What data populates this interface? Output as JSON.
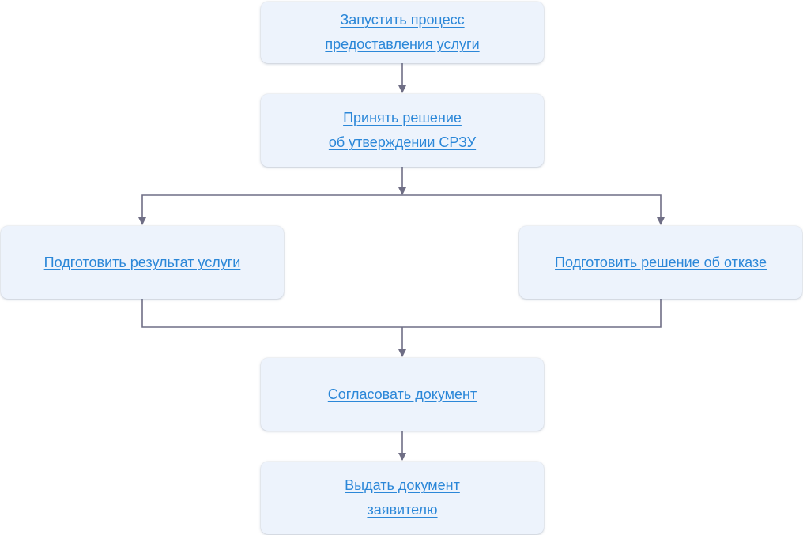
{
  "diagram": {
    "nodes": [
      {
        "id": "start",
        "lines": [
          "Запустить процесс",
          "предоставления услуги"
        ]
      },
      {
        "id": "decision",
        "lines": [
          "Принять решение",
          "об утверждении СРЗУ"
        ]
      },
      {
        "id": "prepare_result",
        "lines": [
          "Подготовить результат услуги"
        ]
      },
      {
        "id": "prepare_refusal",
        "lines": [
          "Подготовить решение об отказе"
        ]
      },
      {
        "id": "approve_document",
        "lines": [
          "Согласовать документ"
        ]
      },
      {
        "id": "issue_document",
        "lines": [
          "Выдать документ",
          "заявителю"
        ]
      }
    ],
    "edges": [
      {
        "from": "start",
        "to": "decision"
      },
      {
        "from": "decision",
        "to": "prepare_result"
      },
      {
        "from": "decision",
        "to": "prepare_refusal"
      },
      {
        "from": "prepare_result",
        "to": "approve_document"
      },
      {
        "from": "prepare_refusal",
        "to": "approve_document"
      },
      {
        "from": "approve_document",
        "to": "issue_document"
      }
    ],
    "colors": {
      "node_fill": "#edf3fc",
      "link": "#2b87d8",
      "connector": "#6f6e85"
    }
  }
}
